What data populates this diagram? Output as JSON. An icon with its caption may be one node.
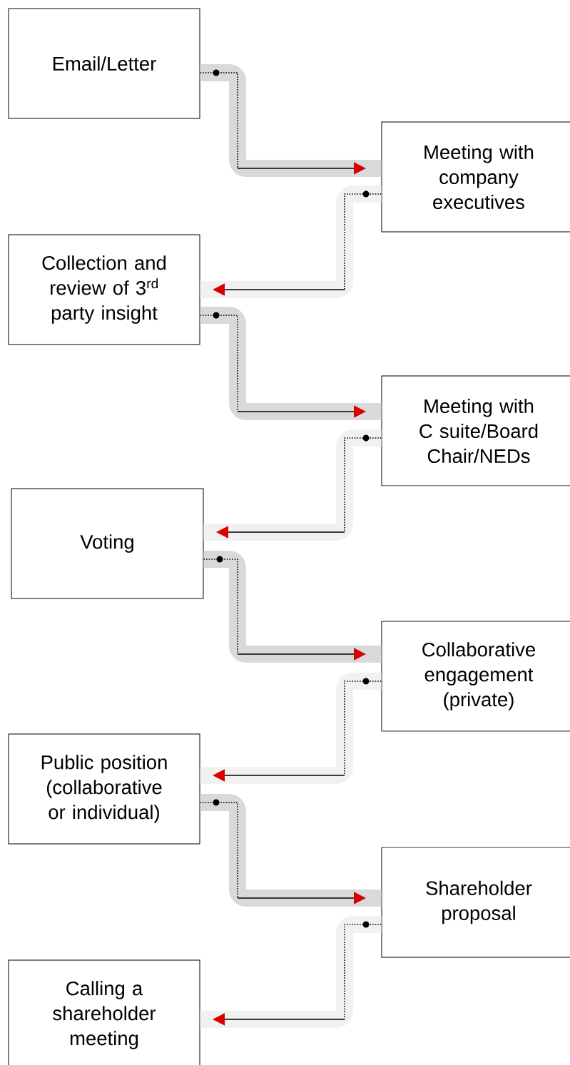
{
  "diagram": {
    "nodes": [
      {
        "text": [
          "Email/Letter"
        ]
      },
      {
        "text": [
          "Meeting with company executives"
        ]
      },
      {
        "text": [
          "Collection and review of 3$^{rd}$ party insight"
        ]
      },
      {
        "text": [
          "Meeting with C suite/Board Chair/NEDs"
        ]
      },
      {
        "text": [
          "Voting"
        ]
      },
      {
        "text": [
          "Collaborative engagement (private)"
        ]
      },
      {
        "text": [
          "Public position (collaborative or individual)"
        ]
      },
      {
        "text": [
          "Shareholder proposal"
        ]
      },
      {
        "text": [
          "Calling a shareholder meeting"
        ]
      }
    ],
    "edges": [
      {
        "from": 0,
        "to": 1,
        "arrow": "to"
      },
      {
        "from": 1,
        "to": 2,
        "arrow": "to"
      },
      {
        "from": 2,
        "to": 3,
        "arrow": "to"
      },
      {
        "from": 3,
        "to": 4,
        "arrow": "to"
      },
      {
        "from": 4,
        "to": 5,
        "arrow": "to"
      },
      {
        "from": 5,
        "to": 6,
        "arrow": "to"
      },
      {
        "from": 6,
        "to": 7,
        "arrow": "to"
      },
      {
        "from": 7,
        "to": 8,
        "arrow": "to"
      }
    ]
  }
}
